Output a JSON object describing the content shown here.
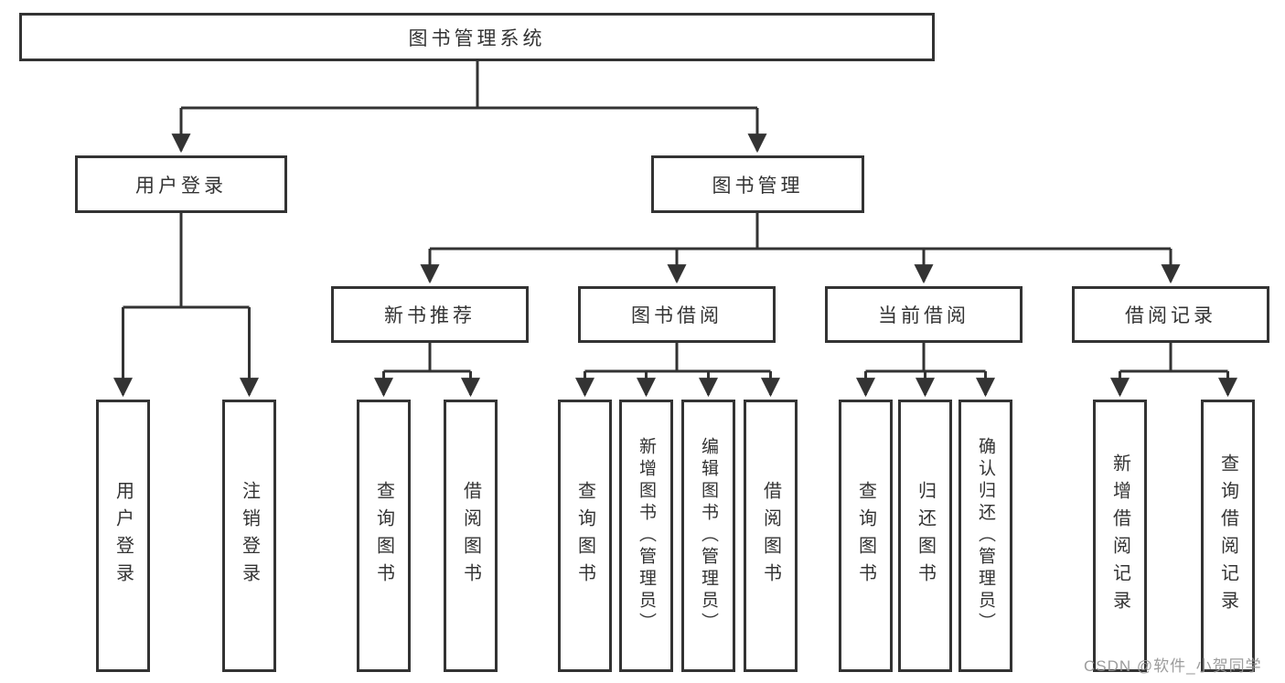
{
  "tree": {
    "label": "图书管理系统",
    "children": [
      {
        "label": "用户登录",
        "children": [
          {
            "label": "用户登录"
          },
          {
            "label": "注销登录"
          }
        ]
      },
      {
        "label": "图书管理",
        "children": [
          {
            "label": "新书推荐",
            "children": [
              {
                "label": "查询图书"
              },
              {
                "label": "借阅图书"
              }
            ]
          },
          {
            "label": "图书借阅",
            "children": [
              {
                "label": "查询图书"
              },
              {
                "label": "新增图书（管理员）"
              },
              {
                "label": "编辑图书（管理员）"
              },
              {
                "label": "借阅图书"
              }
            ]
          },
          {
            "label": "当前借阅",
            "children": [
              {
                "label": "查询图书"
              },
              {
                "label": "归还图书"
              },
              {
                "label": "确认归还（管理员）"
              }
            ]
          },
          {
            "label": "借阅记录",
            "children": [
              {
                "label": "新增借阅记录"
              },
              {
                "label": "查询借阅记录"
              }
            ]
          }
        ]
      }
    ]
  },
  "watermark": {
    "text": "CSDN @软件_小贺同学"
  },
  "colors": {
    "line": "#333333",
    "text": "#333333",
    "background": "#ffffff",
    "watermark": "#949494"
  }
}
